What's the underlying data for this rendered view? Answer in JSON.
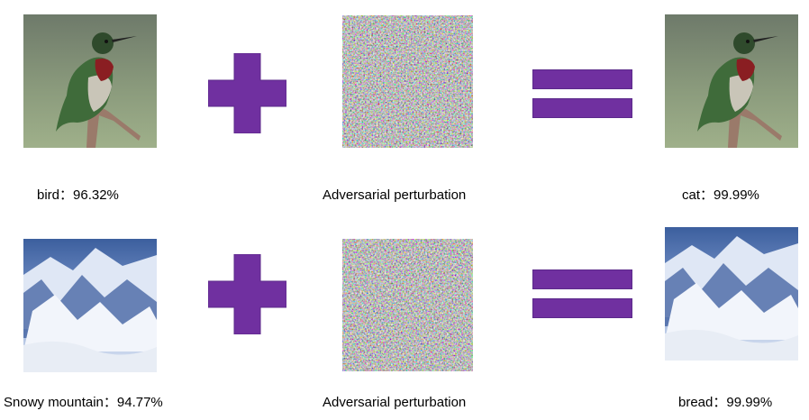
{
  "rows": [
    {
      "input_caption": "bird：96.32%",
      "perturbation_caption": "Adversarial perturbation",
      "output_caption": "cat：99.99%",
      "input_image": "hummingbird-photo",
      "output_image": "hummingbird-photo-adversarial"
    },
    {
      "input_caption": "Snowy mountain：94.77%",
      "perturbation_caption": "Adversarial perturbation",
      "output_caption": "bread：99.99%",
      "input_image": "snowy-mountain-photo",
      "output_image": "snowy-mountain-photo-adversarial"
    }
  ],
  "operators": {
    "plus": "plus-icon",
    "equals": "equals-icon"
  },
  "colors": {
    "operator": "#7030a0",
    "operator_border": "#5b2a8a",
    "background": "#ffffff"
  }
}
